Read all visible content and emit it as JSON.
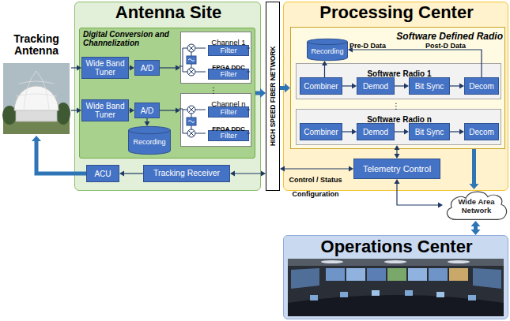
{
  "diagram": {
    "nodes": [
      {
        "text": [
          "Tracking Antenna"
        ]
      },
      {
        "text": [
          "Antenna Site"
        ]
      },
      {
        "text": [
          "Digital Conversion and Channelization"
        ],
        "in": 1
      },
      {
        "text": [
          "Wide Band Tuner"
        ],
        "in": 2
      },
      {
        "text": [
          "A/D"
        ],
        "in": 2
      },
      {
        "text": [
          "Channel 1",
          "FPGA DDC"
        ],
        "in": 2
      },
      {
        "text": [
          "Filter"
        ],
        "in": 5
      },
      {
        "text": [
          "Filter"
        ],
        "in": 5
      },
      {
        "text": [
          "Wide Band Tuner"
        ],
        "in": 2
      },
      {
        "text": [
          "A/D"
        ],
        "in": 2
      },
      {
        "text": [
          "Recording"
        ],
        "in": 2
      },
      {
        "text": [
          "Channel n",
          "FPGA DDC"
        ],
        "in": 2
      },
      {
        "text": [
          "Filter"
        ],
        "in": 11
      },
      {
        "text": [
          "Filter"
        ],
        "in": 11
      },
      {
        "text": [
          "ACU"
        ],
        "in": 1
      },
      {
        "text": [
          "Tracking Receiver"
        ],
        "in": 1
      },
      {
        "text": [
          "HIGH SPEED FIBER NETWORK"
        ]
      },
      {
        "text": [
          "Processing Center"
        ]
      },
      {
        "text": [
          "Software Defined Radio"
        ],
        "in": 17
      },
      {
        "text": [
          "Recording"
        ],
        "in": 18
      },
      {
        "text": [
          "Software Radio 1"
        ],
        "in": 18
      },
      {
        "text": [
          "Combiner"
        ],
        "in": 20
      },
      {
        "text": [
          "Demod"
        ],
        "in": 20
      },
      {
        "text": [
          "Bit Sync"
        ],
        "in": 20
      },
      {
        "text": [
          "Decom"
        ],
        "in": 20
      },
      {
        "text": [
          "Software Radio n"
        ],
        "in": 18
      },
      {
        "text": [
          "Combiner"
        ],
        "in": 25
      },
      {
        "text": [
          "Demod"
        ],
        "in": 25
      },
      {
        "text": [
          "Bit Sync"
        ],
        "in": 25
      },
      {
        "text": [
          "Decom"
        ],
        "in": 25
      },
      {
        "text": [
          "Telemetry Control"
        ],
        "in": 17
      },
      {
        "text": [
          "Wide Area Network"
        ]
      },
      {
        "text": [
          "Operations Center"
        ]
      }
    ],
    "edges": [
      {
        "from": 0,
        "to": 3,
        "arrow": "to"
      },
      {
        "from": 0,
        "to": 8,
        "arrow": "to"
      },
      {
        "from": 3,
        "to": 4,
        "arrow": "to"
      },
      {
        "from": 8,
        "to": 9,
        "arrow": "to"
      },
      {
        "from": 4,
        "to": 5,
        "arrow": "to"
      },
      {
        "from": 9,
        "to": 11,
        "arrow": "to"
      },
      {
        "from": 9,
        "to": 10,
        "arrow": "to"
      },
      {
        "from": 2,
        "to": 16,
        "arrow": "to"
      },
      {
        "from": 16,
        "to": 18,
        "arrow": "to"
      },
      {
        "from": 21,
        "to": 22,
        "arrow": "to"
      },
      {
        "from": 22,
        "to": 23,
        "arrow": "to"
      },
      {
        "from": 23,
        "to": 24,
        "arrow": "to"
      },
      {
        "from": 26,
        "to": 27,
        "arrow": "to"
      },
      {
        "from": 27,
        "to": 28,
        "arrow": "to"
      },
      {
        "from": 28,
        "to": 29,
        "arrow": "to"
      },
      {
        "from": 21,
        "to": 19,
        "arrow": "to"
      },
      {
        "from": 24,
        "to": 19,
        "arrow": "to"
      },
      {
        "from": 15,
        "to": 14,
        "arrow": "to"
      },
      {
        "from": 14,
        "to": 0,
        "arrow": "to"
      },
      {
        "from": 16,
        "to": 15,
        "arrow": "both"
      },
      {
        "from": 30,
        "to": 16,
        "arrow": "both"
      },
      {
        "from": 30,
        "to": 25,
        "arrow": "both"
      },
      {
        "from": 30,
        "to": 31,
        "arrow": "both"
      },
      {
        "from": 18,
        "to": 31,
        "arrow": "to"
      },
      {
        "from": 31,
        "to": 32,
        "arrow": "both"
      }
    ],
    "labels": [
      "⋮",
      "⋮",
      "Pre-D Data",
      "Post-D Data",
      "Control / Status Configuration"
    ]
  }
}
